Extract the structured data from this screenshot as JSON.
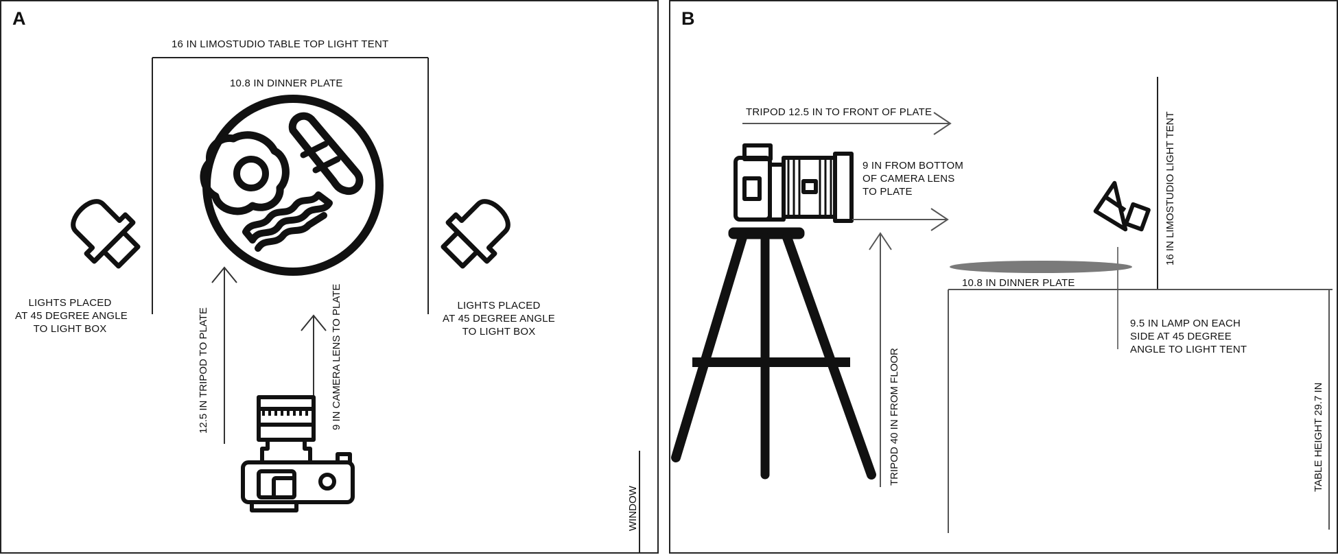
{
  "panel_a": {
    "letter": "A",
    "tent_label": "16 IN LIMOSTUDIO TABLE TOP LIGHT TENT",
    "plate_label": "10.8 IN DINNER PLATE",
    "light_left": [
      "LIGHTS PLACED",
      "AT 45 DEGREE ANGLE",
      "TO LIGHT BOX"
    ],
    "light_right": [
      "LIGHTS PLACED",
      "AT 45 DEGREE ANGLE",
      "TO LIGHT BOX"
    ],
    "tripod_to_plate": "12.5 IN  TRIPOD TO PLATE",
    "lens_to_plate": "9 IN  CAMERA LENS TO PLATE",
    "window": "WINDOW"
  },
  "panel_b": {
    "letter": "B",
    "tripod_front": "TRIPOD 12.5 IN TO FRONT OF PLATE",
    "lens_bottom": [
      "9 IN FROM BOTTOM",
      "OF CAMERA LENS",
      "TO PLATE"
    ],
    "tent_height": "16 IN LIMOSTUDIO LIGHT TENT",
    "plate_label": "10.8 IN DINNER PLATE",
    "lamp": [
      "9.5 IN LAMP ON EACH",
      "SIDE AT 45 DEGREE",
      "ANGLE TO LIGHT TENT"
    ],
    "tripod_floor": "TRIPOD 40 IN FROM FLOOR",
    "table_height": "TABLE HEIGHT 29.7 IN"
  }
}
